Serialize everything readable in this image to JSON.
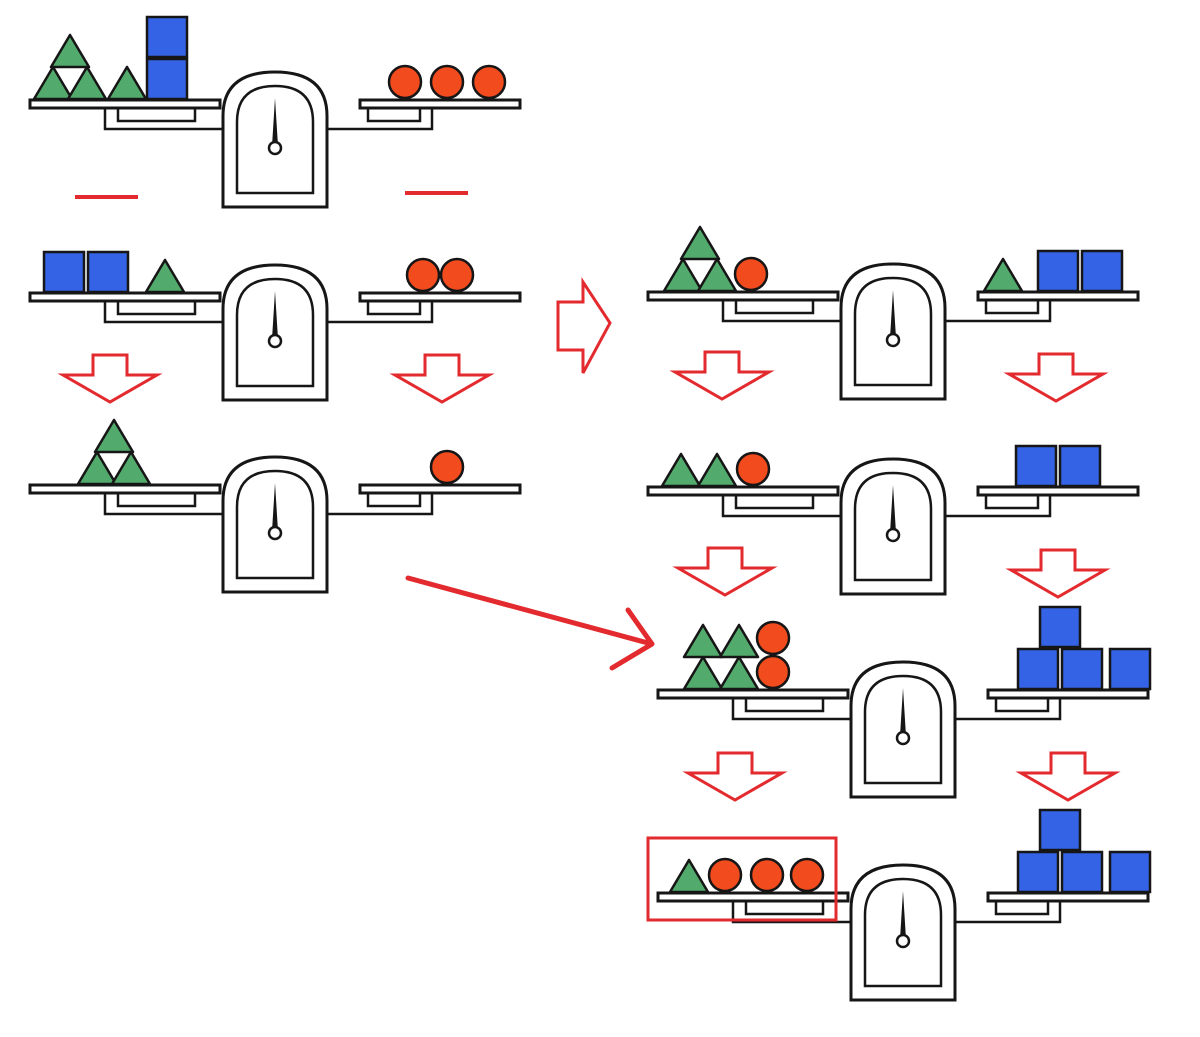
{
  "colors": {
    "triangle": "#52ab6c",
    "circle": "#f24b1d",
    "square": "#3463e6",
    "arrow": "#e32a2e",
    "ink": "#161616"
  },
  "icons": {
    "triangle": "green-triangle-weight",
    "circle": "orange-circle-weight",
    "square": "blue-square-weight",
    "down_arrow": "hollow-red-down-arrow",
    "right_arrow": "hollow-red-right-arrow"
  },
  "scales": [
    {
      "id": "s1",
      "left": [
        "triangle",
        "triangle",
        "triangle",
        "triangle",
        "square",
        "square"
      ],
      "right": [
        "circle",
        "circle",
        "circle"
      ]
    },
    {
      "id": "s2",
      "left": [
        "square",
        "square",
        "triangle"
      ],
      "right": [
        "circle",
        "circle"
      ]
    },
    {
      "id": "s3",
      "left": [
        "triangle",
        "triangle",
        "triangle"
      ],
      "right": [
        "circle"
      ]
    },
    {
      "id": "s4",
      "left": [
        "triangle",
        "triangle",
        "triangle",
        "circle"
      ],
      "right": [
        "triangle",
        "square",
        "square"
      ]
    },
    {
      "id": "s5",
      "left": [
        "triangle",
        "triangle",
        "circle"
      ],
      "right": [
        "square",
        "square"
      ]
    },
    {
      "id": "s6",
      "left": [
        "triangle",
        "triangle",
        "circle",
        "triangle",
        "triangle",
        "circle"
      ],
      "right": [
        "square",
        "square",
        "square",
        "square"
      ]
    },
    {
      "id": "s7",
      "left": [
        "triangle",
        "circle",
        "circle",
        "circle"
      ],
      "right": [
        "square",
        "square",
        "square",
        "square"
      ]
    }
  ]
}
